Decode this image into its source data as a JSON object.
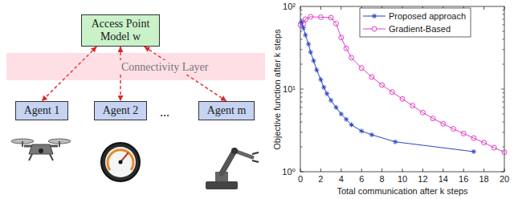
{
  "diagram": {
    "nodes": [
      {
        "text": [
          "Access Point",
          "Model w"
        ]
      },
      {
        "text": [
          "Connectivity Layer"
        ]
      },
      {
        "text": [
          "Agent 1"
        ]
      },
      {
        "text": [
          "Agent 2"
        ]
      },
      {
        "text": [
          "Agent m"
        ]
      }
    ],
    "edges": [
      {
        "from": 0,
        "to": 2,
        "arrow": "both"
      },
      {
        "from": 0,
        "to": 3,
        "arrow": "both"
      },
      {
        "from": 0,
        "to": 4,
        "arrow": "both"
      }
    ],
    "labels": [
      "...",
      "10²",
      "10¹",
      "10⁰",
      "0",
      "2",
      "4",
      "6",
      "8",
      "10",
      "12",
      "14",
      "16",
      "18",
      "20",
      "Total communication after k steps",
      "Objective function after k steps"
    ],
    "legend": [
      {
        "text": "Proposed approach"
      },
      {
        "text": "Gradient-Based"
      }
    ]
  }
}
